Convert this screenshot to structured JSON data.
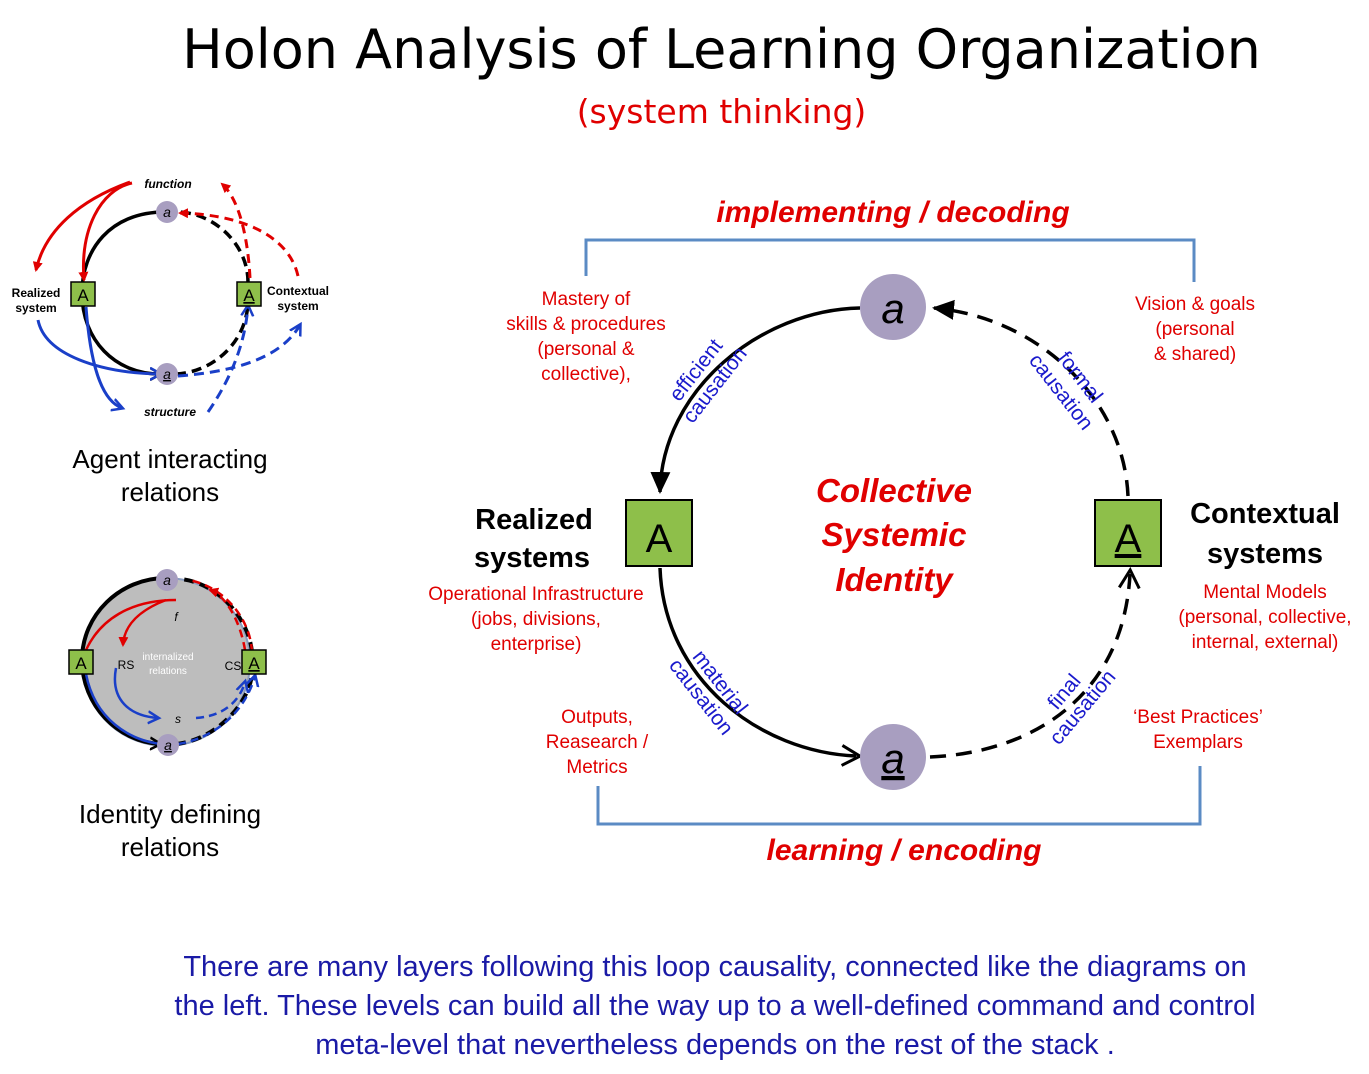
{
  "title": "Holon Analysis of Learning Organization",
  "subtitle": "(system thinking)",
  "small_diagram_1": {
    "function": "function",
    "structure": "structure",
    "realized": [
      "Realized",
      "system"
    ],
    "contextual": [
      "Contextual",
      "system"
    ],
    "node_a": "a",
    "node_A": "A",
    "caption": [
      "Agent interacting",
      "relations"
    ]
  },
  "small_diagram_2": {
    "f": "f",
    "s": "s",
    "rs": "RS",
    "cs": "CS",
    "internalized": [
      "internalized",
      "relations"
    ],
    "node_a": "a",
    "node_A": "A",
    "caption": [
      "Identity defining",
      "relations"
    ]
  },
  "main": {
    "top_label": "implementing / decoding",
    "bottom_label": "learning / encoding",
    "center": [
      "Collective",
      "Systemic",
      "Identity"
    ],
    "node_a": "a",
    "node_A": "A",
    "realized_title": [
      "Realized",
      "systems"
    ],
    "contextual_title": [
      "Contextual",
      "systems"
    ],
    "mastery": [
      "Mastery of",
      "skills & procedures",
      "(personal &",
      "collective),"
    ],
    "vision": [
      "Vision & goals",
      "(personal",
      "& shared)"
    ],
    "operational": [
      "Operational Infrastructure",
      "(jobs, divisions,",
      "enterprise)"
    ],
    "mental": [
      "Mental Models",
      "(personal, collective,",
      "internal, external)"
    ],
    "outputs": [
      "Outputs,",
      "Reasearch /",
      "Metrics"
    ],
    "best": [
      "‘Best Practices’",
      "Exemplars"
    ],
    "efficient": [
      "efficient",
      "causation"
    ],
    "formal": [
      "formal",
      "causation"
    ],
    "material": [
      "material",
      "causation"
    ],
    "final": [
      "final",
      "causation"
    ]
  },
  "footer": [
    "There are many layers following this loop causality, connected like the diagrams on",
    "the left. These levels can build all the way up to a well-defined command and control",
    "meta-level that nevertheless depends on the rest of the stack ."
  ]
}
